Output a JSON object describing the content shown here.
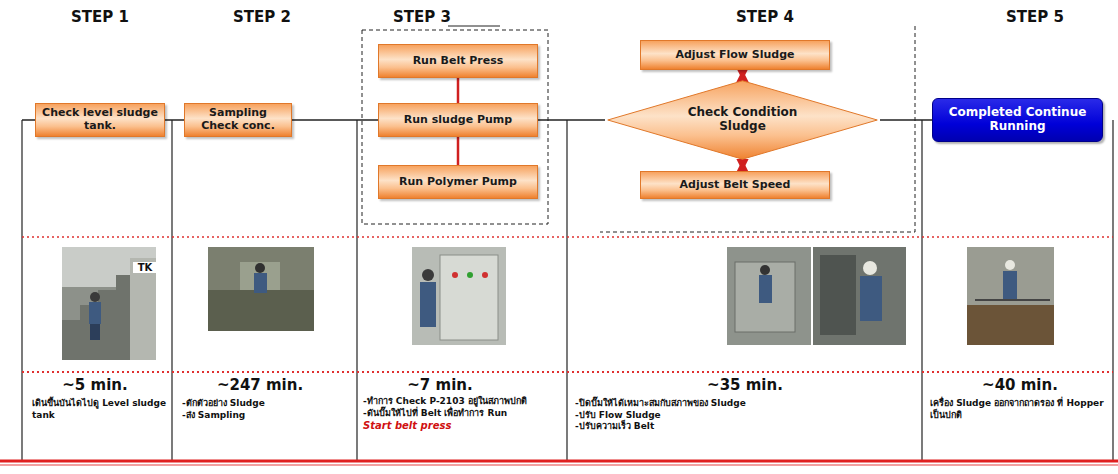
{
  "diagram": {
    "nodes": [
      {
        "text": [
          "Check level sludge tank."
        ]
      },
      {
        "text": [
          "Sampling Check conc."
        ]
      },
      {
        "text": [
          "Run Belt Press"
        ]
      },
      {
        "text": [
          "Run sludge Pump"
        ]
      },
      {
        "text": [
          "Run Polymer Pump"
        ]
      },
      {
        "text": [
          "Adjust Flow Sludge"
        ]
      },
      {
        "text": [
          "Check Condition Sludge"
        ]
      },
      {
        "text": [
          "Adjust Belt Speed"
        ]
      },
      {
        "text": [
          "Completed Continue Running"
        ]
      }
    ],
    "edges": [
      {
        "from": 0,
        "to": 1,
        "arrow": "none"
      },
      {
        "from": 1,
        "to": 3,
        "arrow": "none"
      },
      {
        "from": 3,
        "to": 6,
        "arrow": "none"
      },
      {
        "from": 6,
        "to": 8,
        "arrow": "none"
      },
      {
        "from": 2,
        "to": 3,
        "arrow": "none"
      },
      {
        "from": 3,
        "to": 4,
        "arrow": "none"
      },
      {
        "from": 6,
        "to": 5,
        "arrow": "both"
      },
      {
        "from": 6,
        "to": 7,
        "arrow": "both"
      }
    ],
    "labels": [
      "STEP 1",
      "STEP 2",
      "STEP 3",
      "STEP 4",
      "STEP 5",
      "TK",
      "~5 min.",
      "~247 min.",
      "~7 min.",
      "~35 min.",
      "~40 min.",
      "เดินขึ้นบันไดไปดู Level sludge tank",
      "-ตักตัวอย่าง Sludge",
      "-ส่ง Sampling",
      "-ทำการ Check P-2103 อยู่ในสภาพปกติ",
      "-ดันปั๊มให้ไปที่ Belt เพื่อทำการ Run",
      "Start belt press",
      "-ปิดปั๊มให้ได้เหมาะสมกับสภาพของ Sludge",
      "-ปรับ Flow Sludge",
      "-ปรับความเร็ว Belt",
      "เครื่อง Sludge ออกจากถาดรอง ที่ Hopper เป็นปกติ"
    ]
  }
}
